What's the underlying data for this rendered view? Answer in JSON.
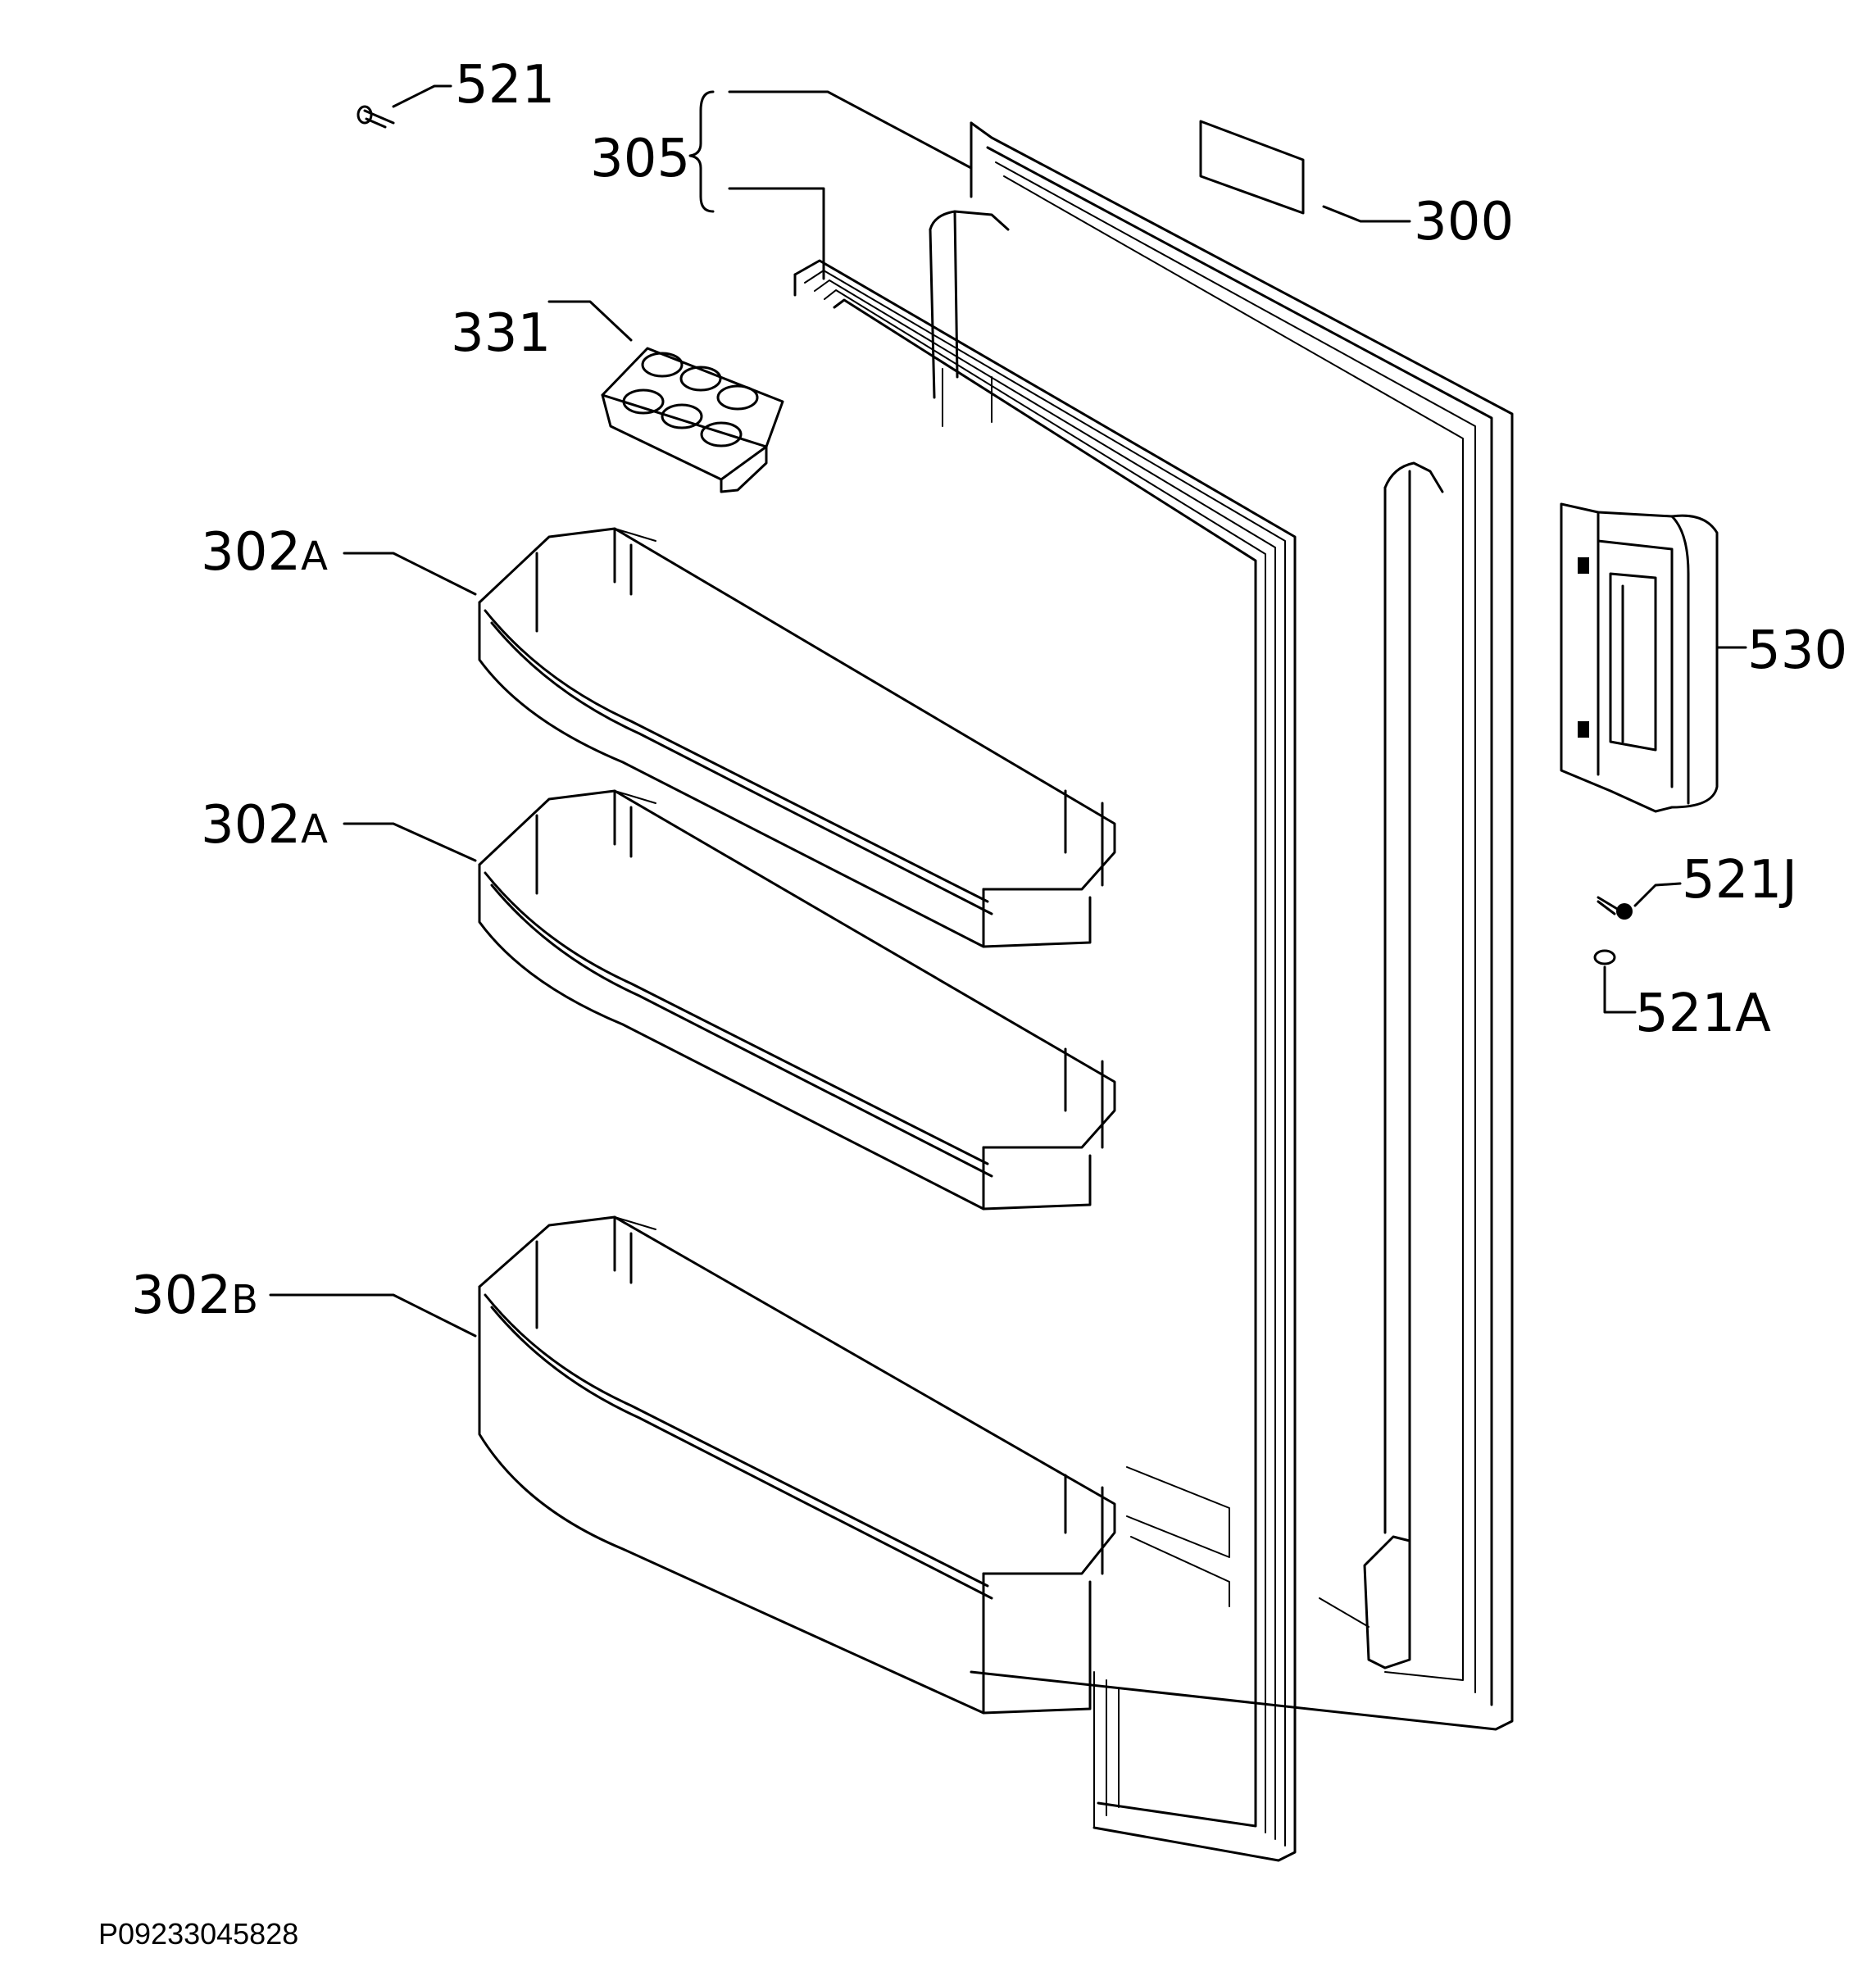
{
  "labels": {
    "screw_top": "521",
    "gasket": "305",
    "rating_label": "300",
    "egg_tray": "331",
    "shelf_1_num": "302",
    "shelf_1_suffix": "A",
    "shelf_2_num": "302",
    "shelf_2_suffix": "A",
    "shelf_3_num": "302",
    "shelf_3_suffix": "B",
    "handle": "530",
    "screw_handle": "521J",
    "cap": "521A"
  },
  "reference_code": "P09233045828"
}
